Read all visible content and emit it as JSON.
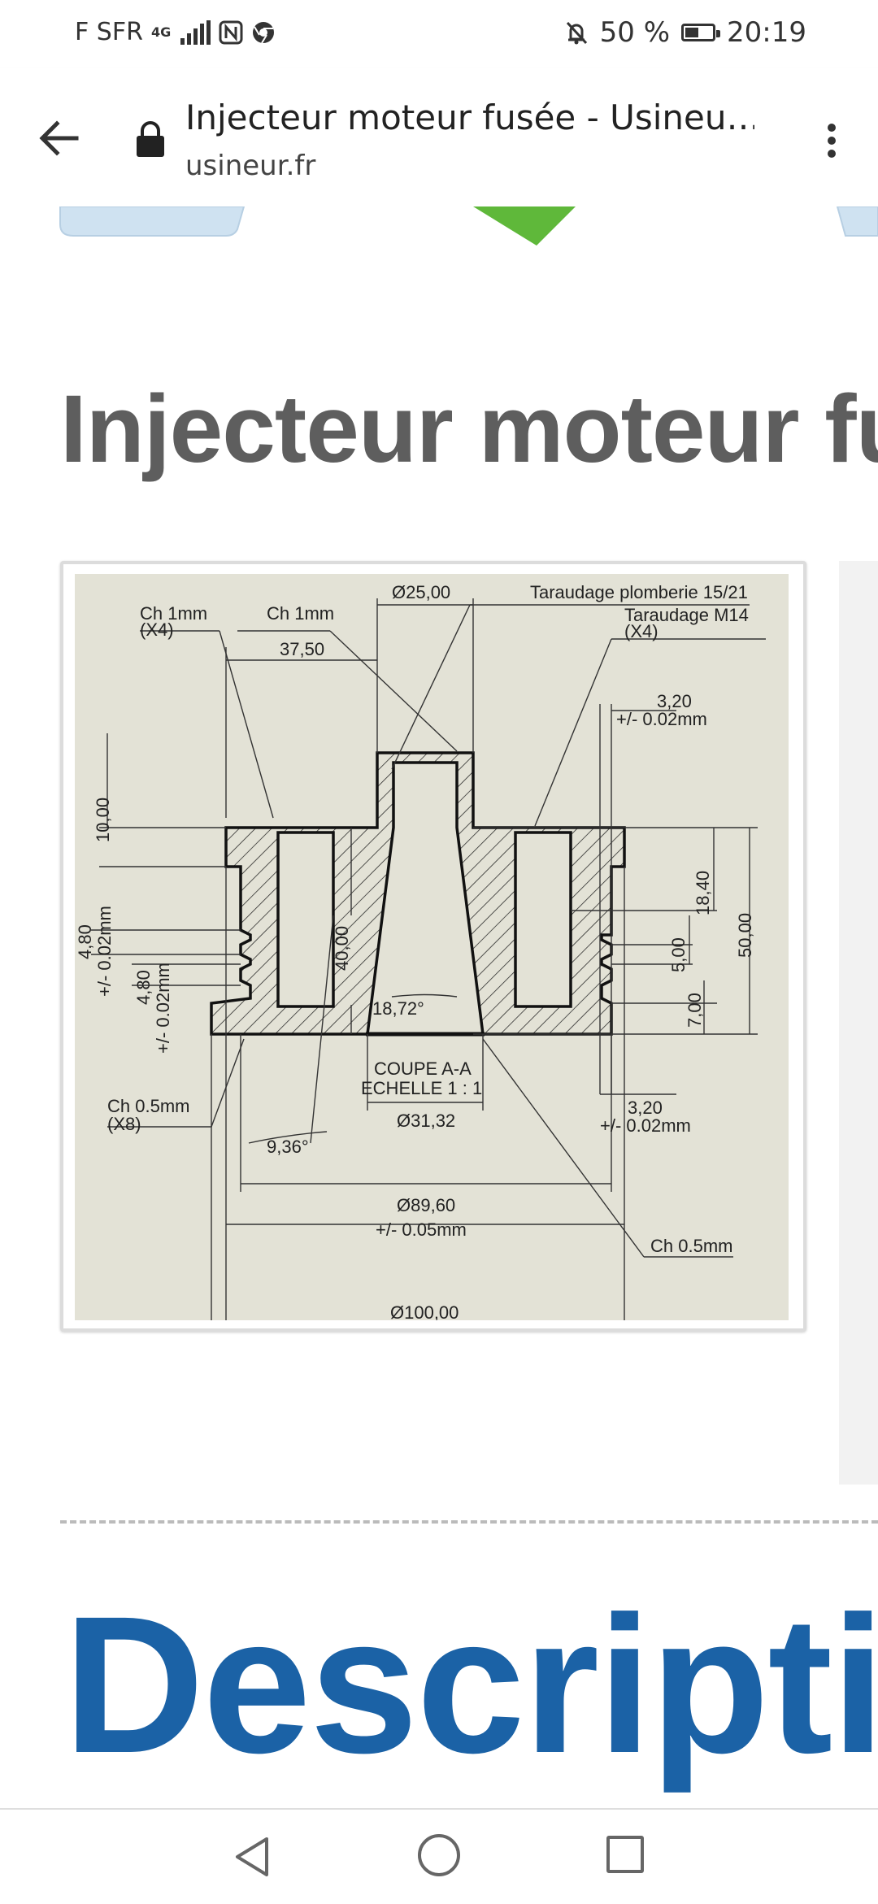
{
  "status_bar": {
    "carrier": "F SFR",
    "network_type": "4G",
    "battery": "50 %",
    "battery_level": 0.5,
    "time": "20:19",
    "icons": [
      "signal-icon",
      "nfc-icon",
      "chrome-icon",
      "bell-off-icon",
      "battery-icon"
    ]
  },
  "browser": {
    "page_title": "Injecteur moteur fusée - Usineu…",
    "url": "usineur.fr",
    "icons": [
      "back-arrow-icon",
      "lock-icon",
      "more-vert-icon"
    ]
  },
  "article": {
    "title": "Injecteur moteur fu",
    "section_heading": "Descriptio"
  },
  "drawing": {
    "labels": {
      "d25": "Ø25,00",
      "taraudage_plomberie": "Taraudage plomberie 15/21",
      "ch1_left": "Ch 1mm",
      "ch1_left_x": "(X4)",
      "ch1_mid": "Ch 1mm",
      "taraudage_m14": "Taraudage M14",
      "taraudage_m14_x": "(X4)",
      "w3750": "37,50",
      "w320_top": "3,20",
      "tol002_top": "+/- 0.02mm",
      "h1000": "10,00",
      "h480a": "4,80",
      "tol480a": "+/- 0.02mm",
      "h480b": "4,80",
      "tol480b": "+/- 0.02mm",
      "h4000": "40,00",
      "h1840": "18,40",
      "h5000": "50,00",
      "h500": "5,00",
      "h700": "7,00",
      "angle1872": "18,72°",
      "coupe": "COUPE A-A",
      "echelle": "ECHELLE 1 : 1",
      "ch05_left": "Ch 0.5mm",
      "ch05_left_x": "(X8)",
      "d3132": "Ø31,32",
      "w320_bottom": "3,20",
      "tol002_bottom": "+/- 0.02mm",
      "angle936": "9,36°",
      "ch05_right": "Ch 0.5mm",
      "d8960": "Ø89,60",
      "tol005": "+/- 0.05mm",
      "d100": "Ø100,00"
    }
  },
  "nav_bar": {
    "icons": [
      "nav-back-icon",
      "nav-home-icon",
      "nav-recents-icon"
    ]
  },
  "colors": {
    "heading": "#5e5e5e",
    "section_heading": "#1b62a6",
    "drawing_background": "#e3e2d6",
    "banner_green": "#5fb83a",
    "banner_blue": "#cfe2f1"
  }
}
